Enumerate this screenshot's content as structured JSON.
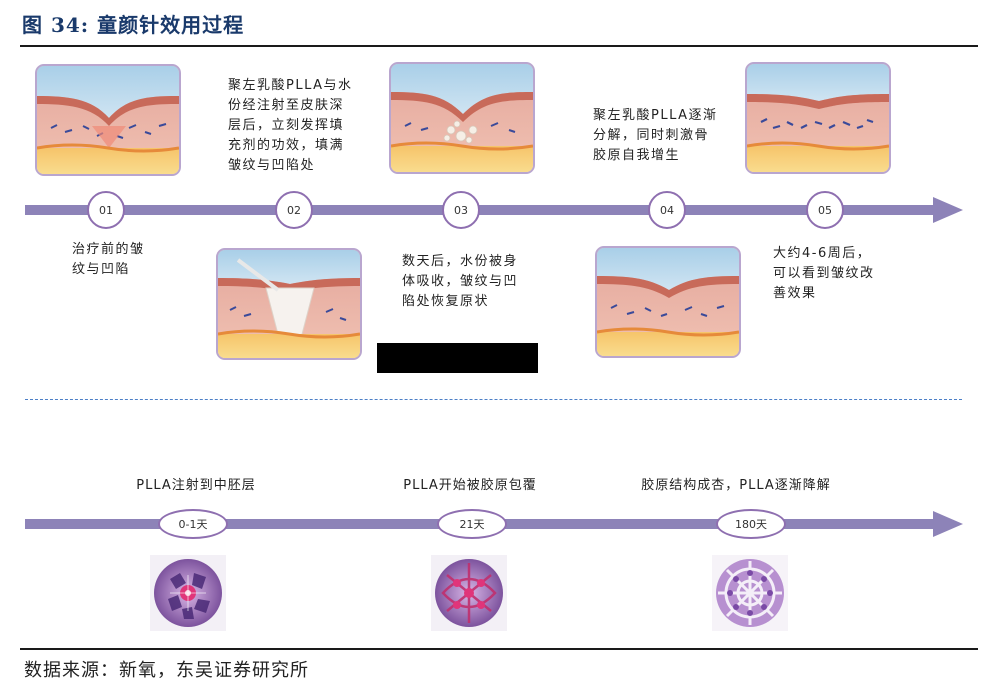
{
  "title": "图 34:  童颜针效用过程",
  "steps": [
    {
      "number": "01",
      "caption": [
        "治疗前的皱",
        "纹与凹陷"
      ]
    },
    {
      "number": "02",
      "caption": [
        "聚左乳酸PLLA与水",
        "份经注射至皮肤深",
        "层后，立刻发挥填",
        "充剂的功效，填满",
        "皱纹与凹陷处"
      ]
    },
    {
      "number": "03",
      "caption": [
        "数天后，水份被身",
        "体吸收，皱纹与凹",
        "陷处恢复原状"
      ]
    },
    {
      "number": "04",
      "caption": [
        "聚左乳酸PLLA逐渐",
        "分解，同时刺激骨",
        "胶原自我增生"
      ]
    },
    {
      "number": "05",
      "caption": [
        "大约4-6周后，",
        "可以看到皱纹改",
        "善效果"
      ]
    }
  ],
  "stages": [
    {
      "day": "0-1天",
      "label": "PLLA注射到中胚层"
    },
    {
      "day": "21天",
      "label": "PLLA开始被胶原包覆"
    },
    {
      "day": "180天",
      "label": "胶原结构成杏，PLLA逐渐降解"
    }
  ],
  "source": "数据来源：新氧，东吴证券研究所",
  "colors": {
    "arrow": "#8d83b8",
    "circle_border": "#8e6fb0",
    "title": "#1a3a6b",
    "dash": "#4c7fc7",
    "card_border": "#b9a6cf"
  }
}
